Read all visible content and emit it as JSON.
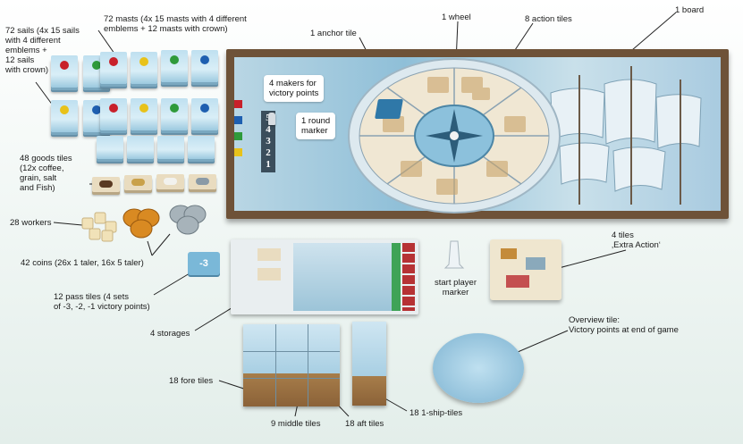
{
  "labels": {
    "sails": "72 sails (4x 15 sails\nwith 4 different\nemblems +\n12 sails\nwith crown)",
    "masts": "72 masts (4x 15 masts with 4 different\nemblems + 12 masts with crown)",
    "anchor": "1 anchor tile",
    "wheel": "1 wheel",
    "action_tiles": "8 action tiles",
    "board": "1 board",
    "makers": "4 makers for\nvictory points",
    "round_marker": "1 round\nmarker",
    "goods": "48 goods tiles\n(12x coffee,\ngrain, salt\nand Fish)",
    "workers": "28 workers",
    "coins": "42 coins (26x 1 taler, 16x 5 taler)",
    "pass_tiles": "12 pass tiles (4 sets\nof -3, -2, -1 victory points)",
    "storages": "4 storages",
    "start_player": "start player\nmarker",
    "extra_action": "4 tiles\n‚Extra Action‘",
    "overview": "Overview tile:\nVictory points at end of game",
    "fore_tiles": "18 fore tiles",
    "middle_tiles": "9 middle tiles",
    "aft_tiles": "18 aft tiles",
    "one_ship_tiles": "18 1-ship-tiles"
  },
  "board_track_numbers": [
    "5",
    "4",
    "3",
    "2",
    "1"
  ],
  "pass_tile_value": "-3",
  "colors": {
    "sea": "#8fbfd8",
    "board_frame": "#6e5238",
    "player_red": "#c8202a",
    "player_blue": "#1e5fb0",
    "player_green": "#2f9a3a",
    "player_yellow": "#e8c21a"
  }
}
